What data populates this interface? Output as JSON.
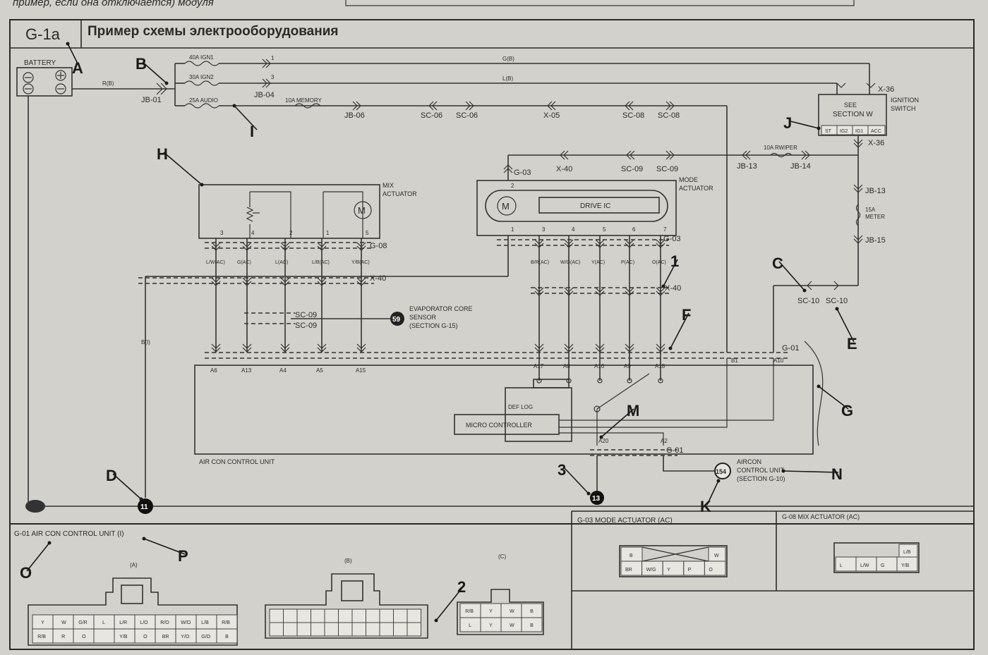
{
  "header": {
    "top_caption": "пример, если она отключается) модуля",
    "section_code": "G-1a",
    "title": "Пример схемы электрооборудования"
  },
  "components": {
    "battery": "BATTERY",
    "mix_actuator": [
      "MIX",
      "ACTUATOR"
    ],
    "mode_actuator": [
      "MODE",
      "ACTUATOR"
    ],
    "drive_ic": "DRIVE IC",
    "micro_controller": "MICRO CONTROLLER",
    "def_log": "DEF LOG",
    "air_con_control_unit": "AIR CON CONTROL UNIT",
    "ignition_switch": [
      "IGNITION",
      "SWITCH"
    ],
    "see_section": [
      "SEE",
      "SECTION W"
    ],
    "ign_terminals": [
      "ST",
      "IG2",
      "IG1",
      "ACC"
    ],
    "evaporator": [
      "EVAPORATOR CORE",
      "SENSOR",
      "(SECTION G-15)"
    ],
    "aircon_ref": [
      "AIRCON",
      "CONTROL UNIT",
      "(SECTION G-10)"
    ],
    "motor_symbol": "M"
  },
  "fuses": {
    "ign1": "40A IGN1",
    "ign2": "30A IGN2",
    "audio": "25A AUDIO",
    "memory": "10A MEMORY",
    "rwiper": "10A RWIPER",
    "meter": [
      "15A",
      "METER"
    ]
  },
  "connectors": {
    "jb01": "JB-01",
    "jb04": "JB-04",
    "jb06": "JB-06",
    "sc06a": "SC-06",
    "sc06b": "SC-06",
    "x05": "X-05",
    "sc08a": "SC-08",
    "sc08b": "SC-08",
    "x36a": "X-36",
    "x36b": "X-36",
    "jb13a": "JB-13",
    "jb13b": "JB-13",
    "jb14": "JB-14",
    "jb15": "JB-15",
    "g03a": "G-03",
    "g03b": "G-03",
    "x40a": "X-40",
    "x40b": "X-40",
    "x40c": "X-40",
    "sc09a": "SC-09",
    "sc09b": "SC-09",
    "sc09c": "SC-09",
    "sc09d": "SC-09",
    "g08": "G-08",
    "g01a": "G-01",
    "g01b": "G-01",
    "sc10a": "SC-10",
    "sc10b": "SC-10"
  },
  "mix_pins": [
    "3",
    "4",
    "2",
    "1",
    "5"
  ],
  "mode_pins": [
    "1",
    "3",
    "4",
    "5",
    "6",
    "7"
  ],
  "mix_pins_top": "2",
  "mix_wires": [
    "L/W(AC)",
    "G(AC)",
    "L(AC)",
    "L/B(AC)",
    "Y/B(AC)"
  ],
  "mode_wires": [
    "B/R(AC)",
    "W/G(AC)",
    "Y(AC)",
    "P(AC)",
    "O(AC)"
  ],
  "ecu_pins_left": [
    "A6",
    "A13",
    "A4",
    "A5",
    "A15"
  ],
  "ecu_pins_right": [
    "A17",
    "A8",
    "A16",
    "A9",
    "A18"
  ],
  "ecu_pins_other": [
    "B1",
    "A10",
    "A20",
    "A2"
  ],
  "ground_numbers": [
    "11",
    "13"
  ],
  "ref_numbers": [
    "59",
    "154"
  ],
  "callouts": [
    "A",
    "B",
    "C",
    "D",
    "E",
    "F",
    "G",
    "H",
    "I",
    "J",
    "K",
    "M",
    "N",
    "O",
    "P",
    "1",
    "2",
    "3"
  ],
  "bottom": {
    "g01_title": "G-01 AIR CON CONTROL UNIT   (I)",
    "g03_title": "G-03 MODE ACTUATOR (AC)",
    "g08_title": "G-08 MIX ACTUATOR (AC)",
    "conn_labels": [
      "(A)",
      "(B)",
      "(C)"
    ],
    "g01a_row1": [
      "Y",
      "W",
      "G/R",
      "L",
      "L/R",
      "L/O",
      "R/O",
      "W/O",
      "L/B",
      "R/B"
    ],
    "g01a_row2": [
      "R/B",
      "R",
      "O",
      "",
      "Y/B",
      "O",
      "BR",
      "Y/O",
      "G/O",
      "B"
    ],
    "g01c_row1": [
      "R/B",
      "Y",
      "W",
      "B"
    ],
    "g01c_row2": [
      "L",
      "Y",
      "W",
      "B"
    ],
    "g03_row1": [
      "B",
      "W"
    ],
    "g03_row2": [
      "BR",
      "W/G",
      "Y",
      "P",
      "O"
    ],
    "g08_row1": [
      "L/B"
    ],
    "g08_row2": [
      "L",
      "L/W",
      "G",
      "Y/B"
    ]
  }
}
